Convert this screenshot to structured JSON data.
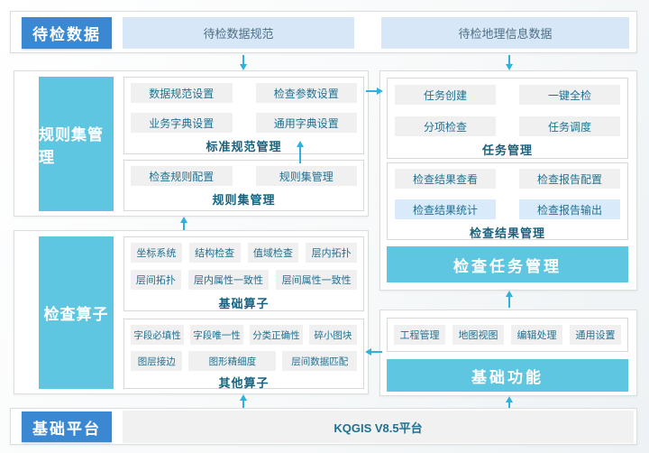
{
  "colors": {
    "label_blue": "#3a87d2",
    "banner_cyan": "#5fc6e1",
    "arrow_cyan": "#2fb1de",
    "light_blue_box": "#d7e7f7",
    "highlight_item": "#d9eafa",
    "item_gray": "#f0f0f1",
    "item_text": "#1f7090"
  },
  "top_band": {
    "label": "待检数据",
    "boxes": [
      "待检数据规范",
      "待检地理信息数据"
    ]
  },
  "rule_panel": {
    "label": "规则集管理",
    "groups": [
      {
        "title": "标准规范管理",
        "items": [
          "数据规范设置",
          "检查参数设置",
          "业务字典设置",
          "通用字典设置"
        ]
      },
      {
        "title": "规则集管理",
        "items": [
          "检查规则配置",
          "规则集管理"
        ]
      }
    ]
  },
  "task_panel": {
    "groups": [
      {
        "title": "任务管理",
        "items": [
          "任务创建",
          "一键全检",
          "分项检查",
          "任务调度"
        ]
      },
      {
        "title": "检查结果管理",
        "items": [
          "检查结果查看",
          "检查报告配置",
          "检查结果统计",
          "检查报告输出"
        ]
      }
    ],
    "banner": "检查任务管理"
  },
  "operator_panel": {
    "label": "检查算子",
    "groups": [
      {
        "title": "基础算子",
        "rows": [
          [
            "坐标系统",
            "结构检查",
            "值域检查",
            "层内拓扑"
          ],
          [
            "层间拓扑",
            "层内属性一致性",
            "层间属性一致性"
          ]
        ]
      },
      {
        "title": "其他算子",
        "rows": [
          [
            "字段必填性",
            "字段唯一性",
            "分类正确性",
            "碎小图块"
          ],
          [
            "图层接边",
            "图形精细度",
            "层间数据匹配"
          ]
        ]
      }
    ]
  },
  "base_panel": {
    "items": [
      "工程管理",
      "地图视图",
      "编辑处理",
      "通用设置"
    ],
    "banner": "基础功能"
  },
  "bottom_band": {
    "label": "基础平台",
    "platform": "KQGIS V8.5平台"
  }
}
